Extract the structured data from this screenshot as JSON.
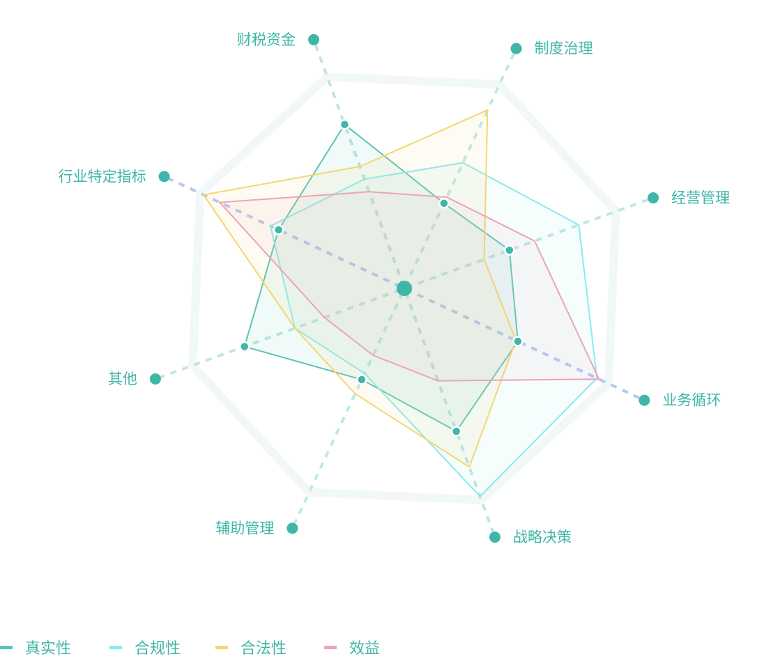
{
  "chart_data": {
    "type": "radar",
    "axes": [
      "财税资金",
      "制度治理",
      "经营管理",
      "业务循环",
      "战略决策",
      "辅助管理",
      "其他",
      "行业特定指标"
    ],
    "series": [
      {
        "name": "真实性",
        "color": "#5cc4b5",
        "values": [
          0.78,
          0.42,
          0.5,
          0.56,
          0.68,
          0.45,
          0.76,
          0.62
        ]
      },
      {
        "name": "合规性",
        "color": "#8ee8ee",
        "values": [
          0.52,
          0.62,
          0.83,
          0.95,
          0.99,
          0.42,
          0.52,
          0.66
        ]
      },
      {
        "name": "合法性",
        "color": "#f3d770",
        "values": [
          0.58,
          0.88,
          0.38,
          0.55,
          0.85,
          0.52,
          0.52,
          0.99
        ]
      },
      {
        "name": "效益",
        "color": "#eda3ba",
        "values": [
          0.46,
          0.45,
          0.62,
          0.96,
          0.44,
          0.33,
          0.38,
          0.91
        ]
      }
    ],
    "grid_color": "#f1f8f7",
    "axis_line_colors": [
      "#c1e5dd",
      "#bfe9e8",
      "#c3e6db",
      "#b7c7ef",
      "#c1e5dd",
      "#bfe9e8",
      "#c3e6db",
      "#b7c7ef"
    ],
    "marker_color": "#3fb6a8",
    "legend_position": "bottom-left",
    "range": [
      0,
      1
    ]
  }
}
